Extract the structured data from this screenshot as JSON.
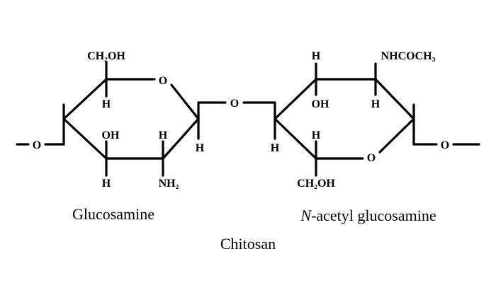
{
  "labels": {
    "glucosamine": "Glucosamine",
    "n_prefix": "N",
    "n_acetyl_rest": "-acetyl glucosamine",
    "title": "Chitosan"
  },
  "atoms": {
    "ring_o_left": "O",
    "ring_o_right": "O",
    "bridge_o": "O",
    "end_o_left": "O",
    "end_o_right": "O",
    "ch2oh_left": "CH₂OH",
    "ch2oh_right": "CH₂OH",
    "oh_left": "OH",
    "oh_right": "OH",
    "nh2": "NH₂",
    "nhcoch3": "NHCOCH₃",
    "h": "H"
  }
}
